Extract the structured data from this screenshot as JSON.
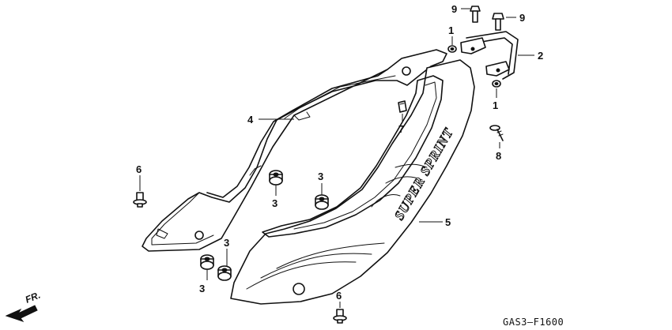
{
  "diagram": {
    "drawing_code": "GAS3–F1600",
    "front_label": "FR.",
    "logo_text": "SUPER SPRINT",
    "callouts": {
      "c9a": "9",
      "c9b": "9",
      "c1a": "1",
      "c1b": "1",
      "c2": "2",
      "c4": "4",
      "c7": "7",
      "c8": "8",
      "c6a": "6",
      "c6b": "6",
      "c3a": "3",
      "c3b": "3",
      "c3c": "3",
      "c3d": "3",
      "c5": "5"
    }
  }
}
